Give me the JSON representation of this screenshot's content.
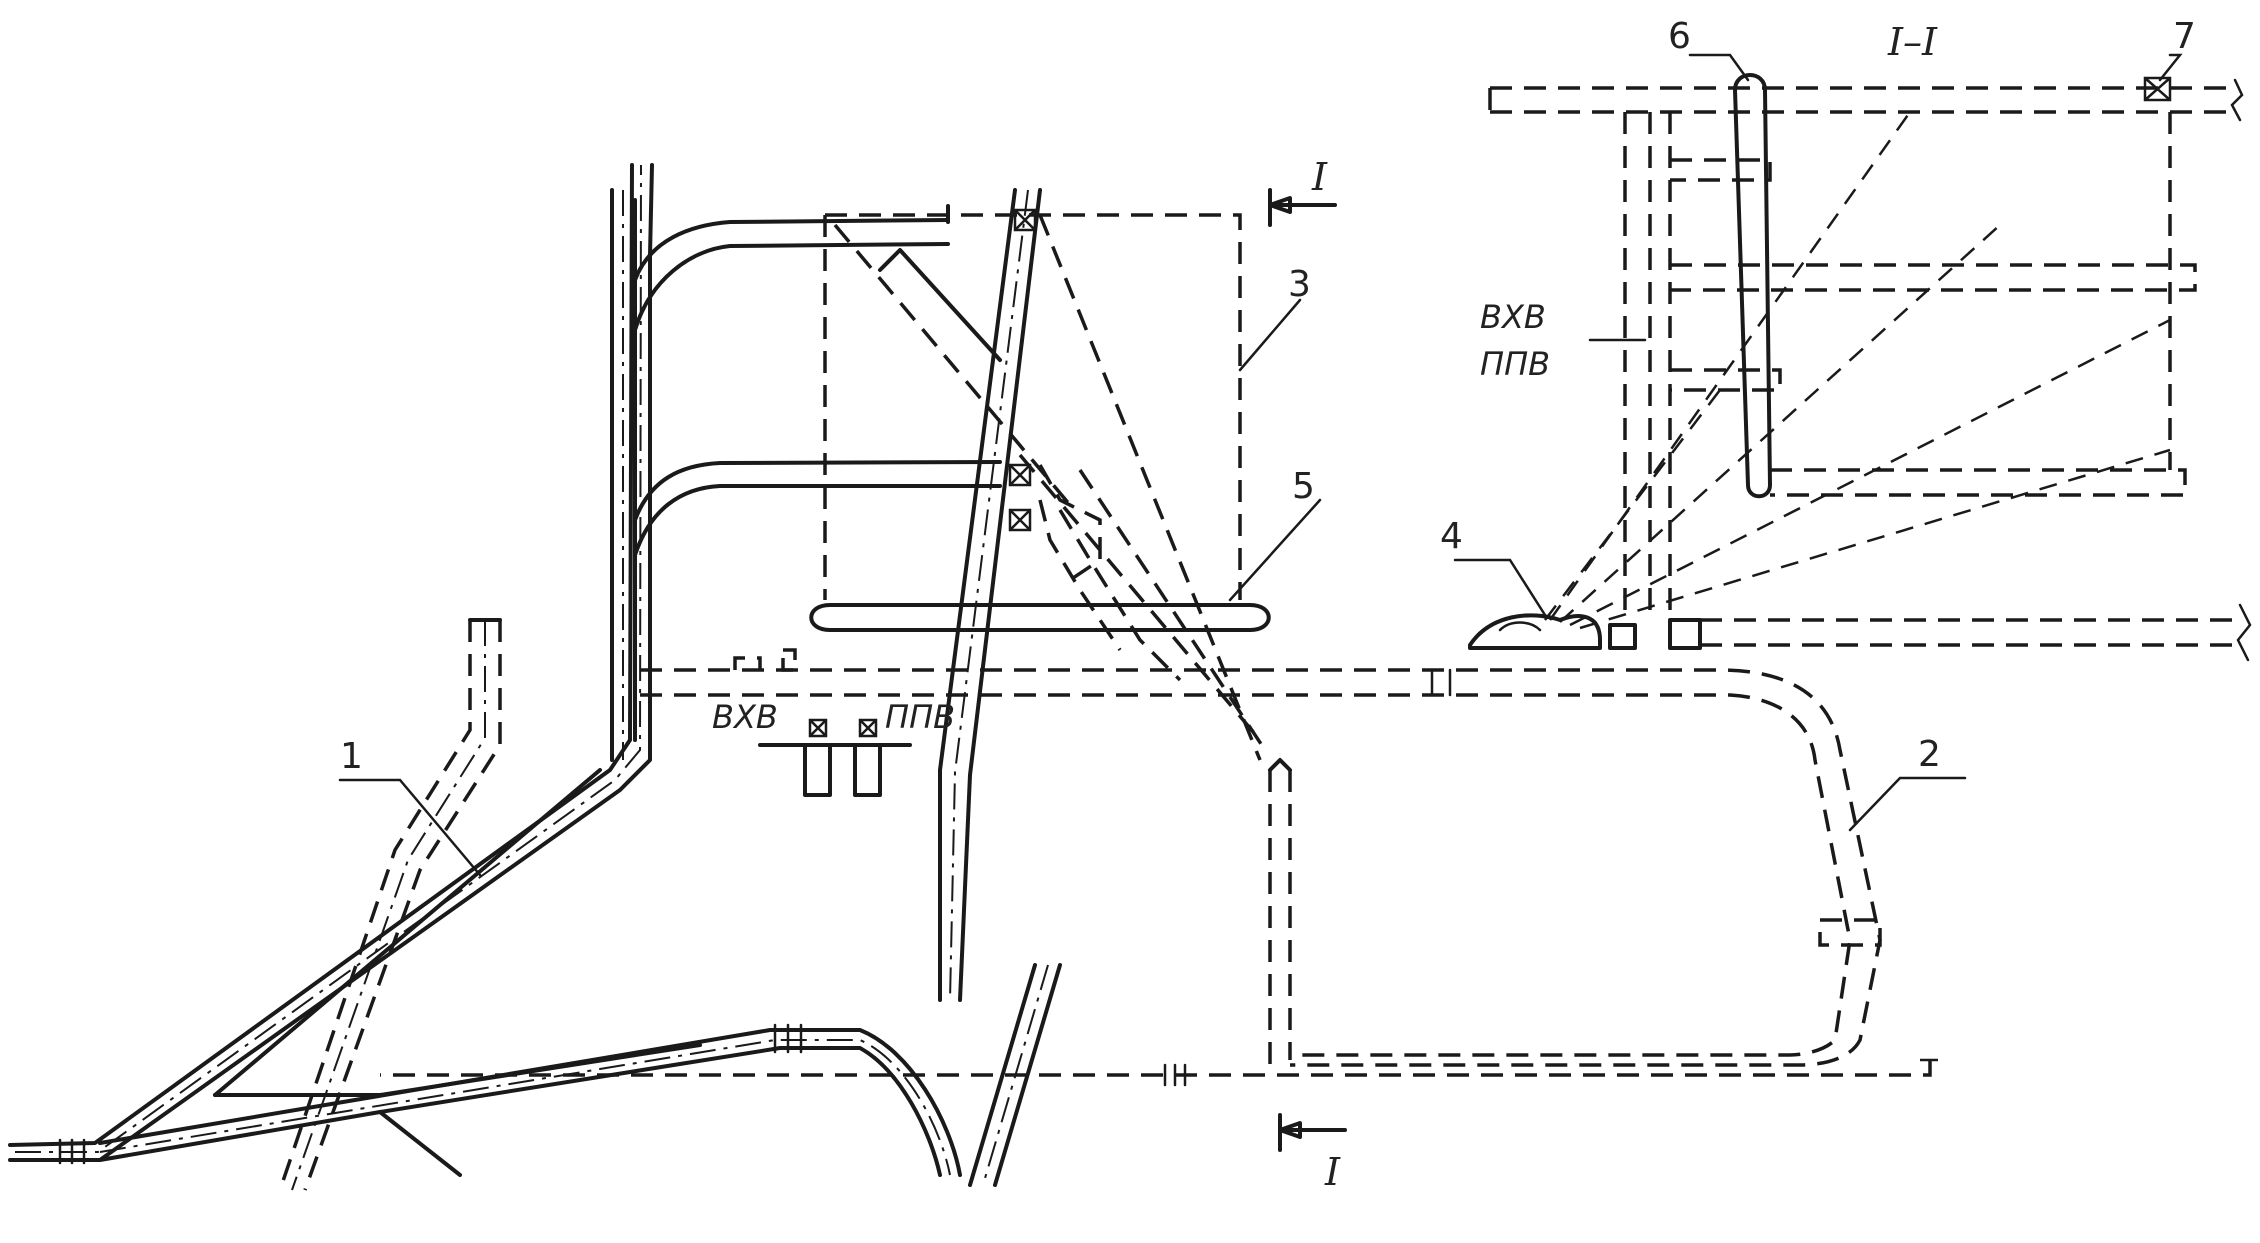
{
  "callouts": {
    "c1": "1",
    "c2": "2",
    "c3": "3",
    "c4": "4",
    "c5": "5",
    "c6": "6",
    "c7": "7"
  },
  "section": {
    "title": "I–I",
    "mark_top": "I",
    "mark_bottom": "I"
  },
  "tags": {
    "plan_vkhv": "ВХВ",
    "plan_ppv": "ППВ",
    "section_vkhv": "ВХВ",
    "section_ppv": "ППВ"
  }
}
